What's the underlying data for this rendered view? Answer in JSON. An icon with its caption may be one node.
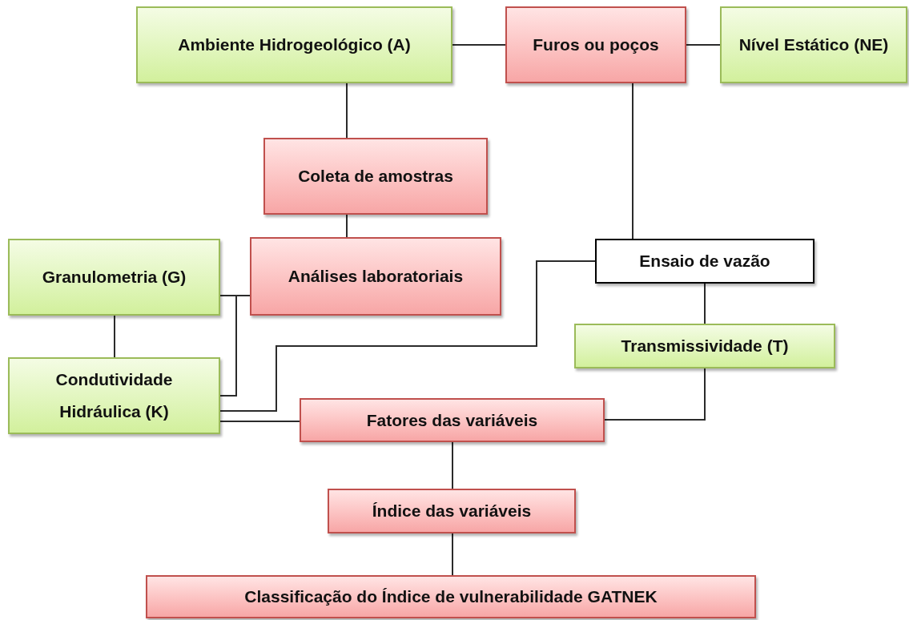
{
  "diagram": {
    "nodes": [
      {
        "text": [
          "Ambiente Hidrogeológico (A)"
        ]
      },
      {
        "text": [
          "Furos ou poços"
        ]
      },
      {
        "text": [
          "Nível Estático (NE)"
        ]
      },
      {
        "text": [
          "Coleta de amostras"
        ]
      },
      {
        "text": [
          "Granulometria (G)"
        ]
      },
      {
        "text": [
          "Análises laboratoriais"
        ]
      },
      {
        "text": [
          "Ensaio de vazão"
        ]
      },
      {
        "text": [
          "Transmissividade (T)"
        ]
      },
      {
        "text": [
          "Condutividade Hidráulica (K)"
        ]
      },
      {
        "text": [
          "Fatores das variáveis"
        ]
      },
      {
        "text": [
          "Índice das variáveis"
        ]
      },
      {
        "text": [
          "Classificação do Índice de vulnerabilidade GATNEK"
        ]
      }
    ],
    "edges": [
      {
        "from": 0,
        "to": 1,
        "arrow": "none"
      },
      {
        "from": 1,
        "to": 2,
        "arrow": "none"
      },
      {
        "from": 0,
        "to": 3,
        "arrow": "none"
      },
      {
        "from": 1,
        "to": 6,
        "arrow": "none"
      },
      {
        "from": 3,
        "to": 5,
        "arrow": "none"
      },
      {
        "from": 4,
        "to": 5,
        "arrow": "none"
      },
      {
        "from": 4,
        "to": 8,
        "arrow": "none"
      },
      {
        "from": 5,
        "to": 8,
        "arrow": "none"
      },
      {
        "from": 6,
        "to": 8,
        "arrow": "none"
      },
      {
        "from": 8,
        "to": 9,
        "arrow": "none"
      },
      {
        "from": 6,
        "to": 7,
        "arrow": "none"
      },
      {
        "from": 7,
        "to": 9,
        "arrow": "none"
      },
      {
        "from": 9,
        "to": 10,
        "arrow": "none"
      },
      {
        "from": 10,
        "to": 11,
        "arrow": "none"
      }
    ]
  }
}
